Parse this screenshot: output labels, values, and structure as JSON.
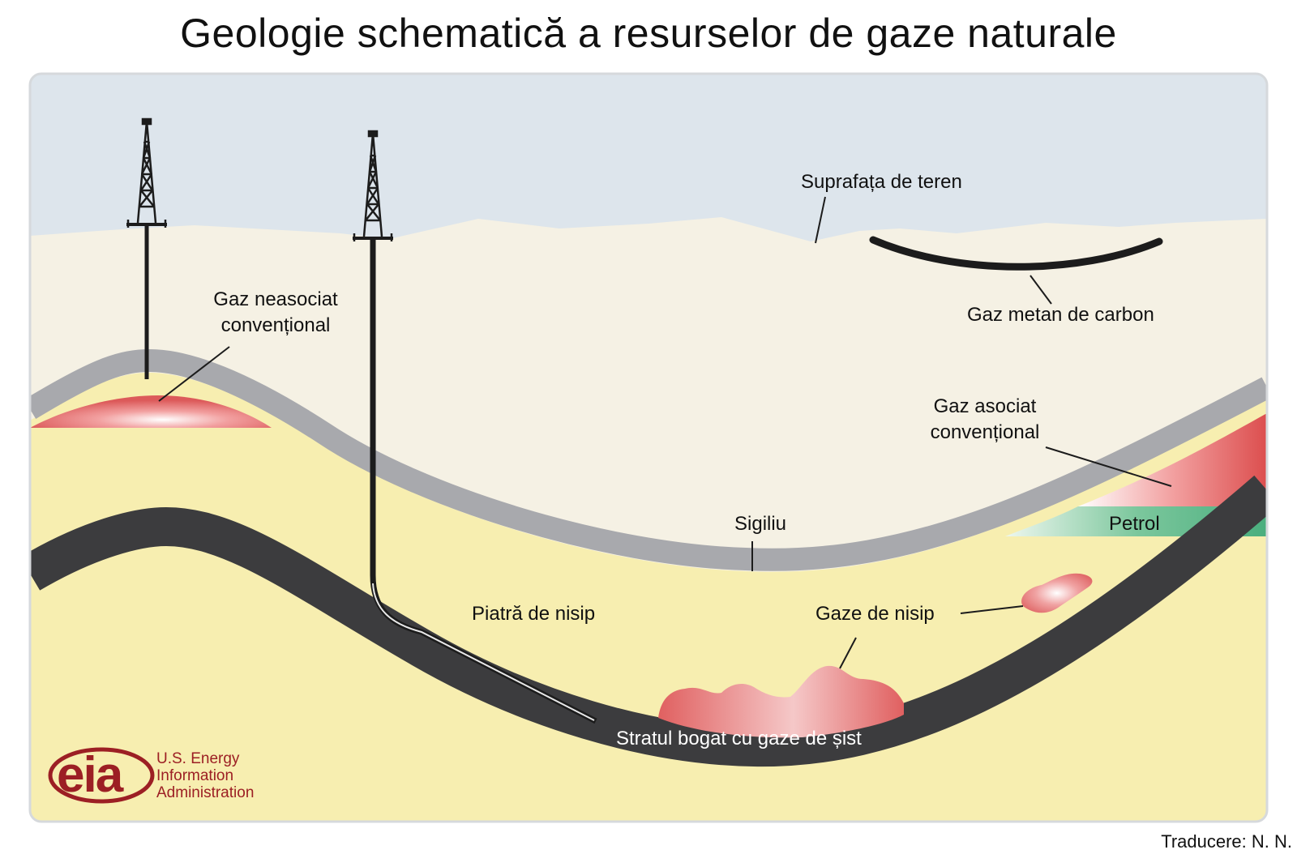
{
  "title": "Geologie schematică a resurselor de gaze naturale",
  "labels": {
    "land_surface": "Suprafața de teren",
    "coalbed_methane": "Gaz metan de carbon",
    "conventional_nonassociated_line1": "Gaz neasociat",
    "conventional_nonassociated_line2": "convențional",
    "conventional_associated_line1": "Gaz asociat",
    "conventional_associated_line2": "convențional",
    "oil": "Petrol",
    "seal": "Sigiliu",
    "sandstone": "Piatră de nisip",
    "tight_sand_gas": "Gaze de nisip",
    "gas_rich_shale": "Stratul bogat cu gaze de șist"
  },
  "logo": {
    "mark": "eia",
    "line1": "U.S. Energy",
    "line2": "Information",
    "line3": "Administration"
  },
  "credit": "Traducere: N. N.",
  "colors": {
    "sky": "#dde5ec",
    "ground": "#f5f1e4",
    "sandstone": "#f7eeb0",
    "seal": "#a8a9ad",
    "shale": "#3c3c3e",
    "gas": "#e06060",
    "oil": "#5cb88a",
    "logo": "#9c1f24"
  }
}
